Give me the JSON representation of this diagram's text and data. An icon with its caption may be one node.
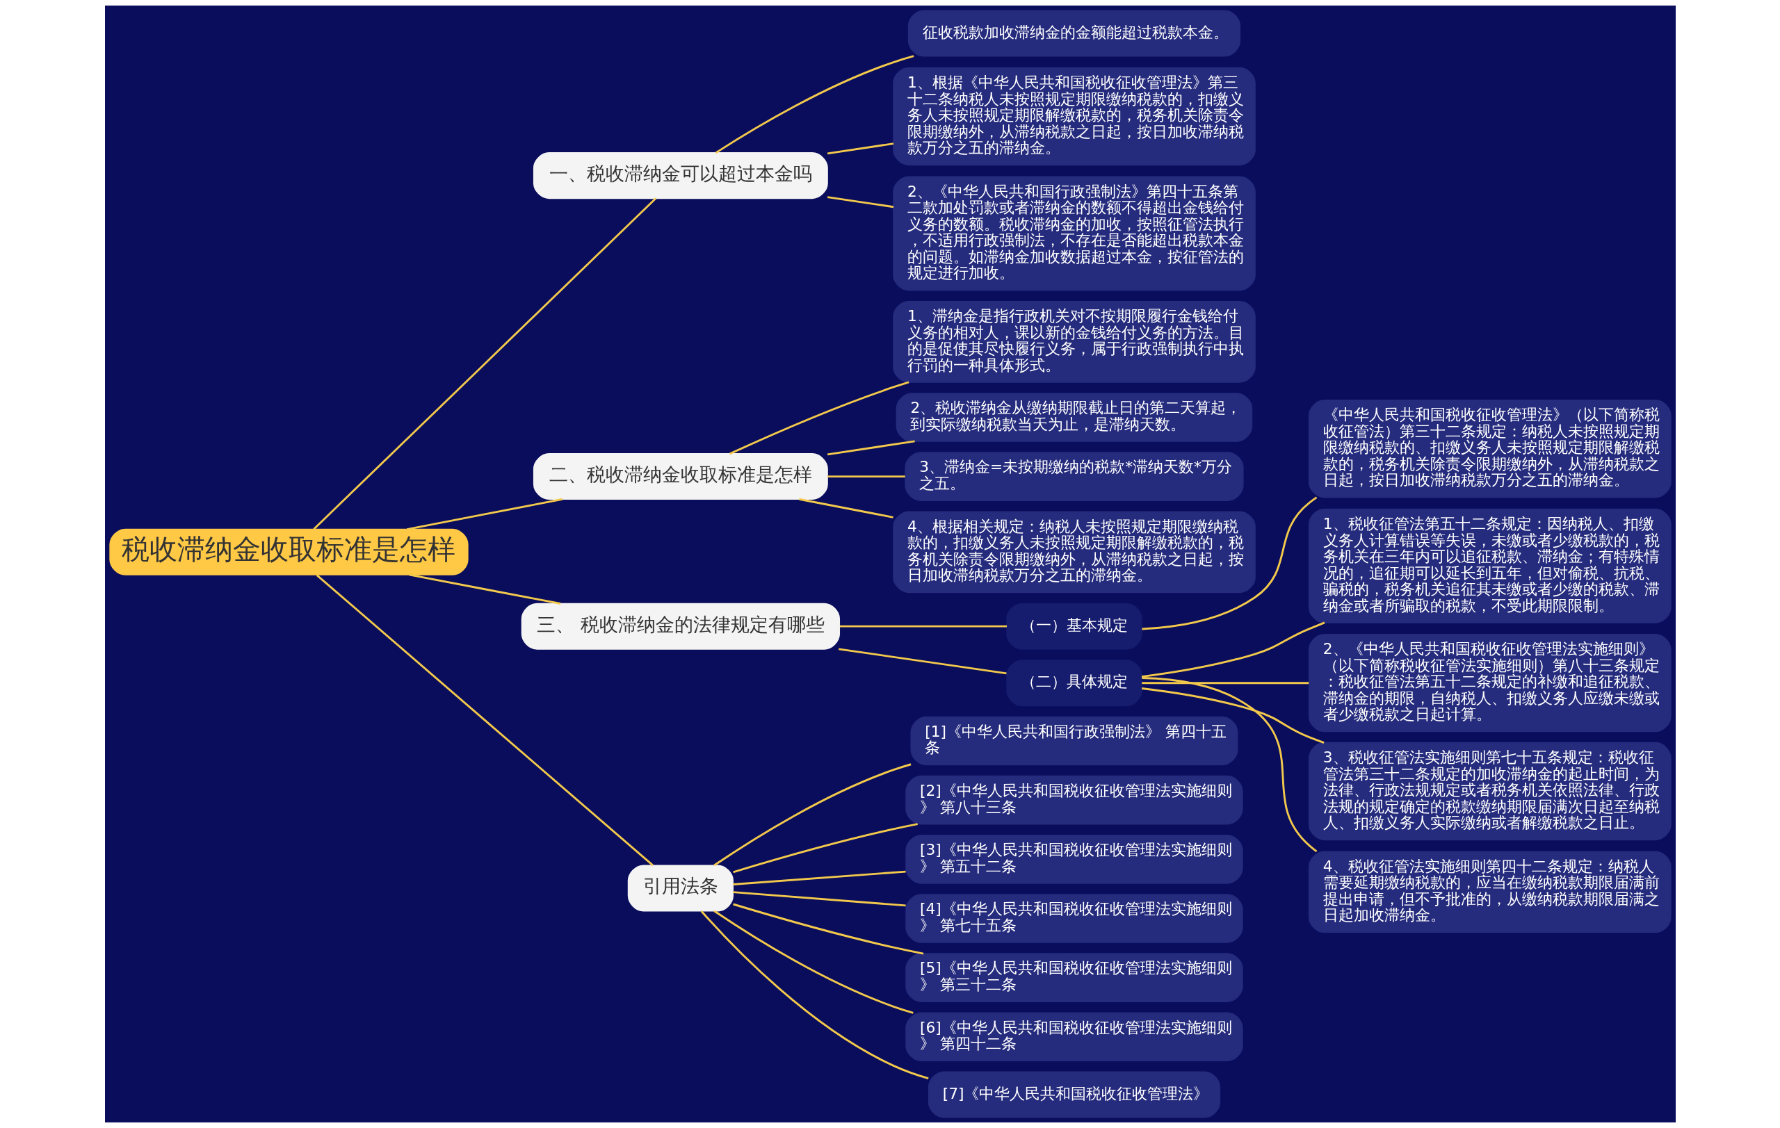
{
  "diagram": {
    "nodes": [
      {
        "text": [
          "税收滞纳金收取标准是怎样"
        ]
      },
      {
        "text": [
          "一、税收滞纳金可以超过本金吗"
        ]
      },
      {
        "text": [
          "征收税款加收滞纳金的金额能超过税款本金。"
        ]
      },
      {
        "text": [
          "1、根据《中华人民共和国税收征收管理法》第三十二条纳税人未按照规定期限缴纳税款的，扣缴义务人未按照规定期限解缴税款的，税务机关除责令限期缴纳外，从滞纳税款之日起，按日加收滞纳税款万分之五的滞纳金。"
        ]
      },
      {
        "text": [
          "2、《中华人民共和国行政强制法》第四十五条第二款加处罚款或者滞纳金的数额不得超出金钱给付义务的数额。税收滞纳金的加收，按照征管法执行，不适用行政强制法，不存在是否能超出税款本金的问题。如滞纳金加收数据超过本金，按征管法的规定进行加收。"
        ]
      },
      {
        "text": [
          "二、税收滞纳金收取标准是怎样"
        ]
      },
      {
        "text": [
          "1、滞纳金是指行政机关对不按期限履行金钱给付义务的相对人，课以新的金钱给付义务的方法。目的是促使其尽快履行义务，属于行政强制执行中执行罚的一种具体形式。"
        ]
      },
      {
        "text": [
          "2、税收滞纳金从缴纳期限截止日的第二天算起，到实际缴纳税款当天为止，是滞纳天数。"
        ]
      },
      {
        "text": [
          "3、滞纳金=未按期缴纳的税款*滞纳天数*万分之五。"
        ]
      },
      {
        "text": [
          "4、根据相关规定：纳税人未按照规定期限缴纳税款的，扣缴义务人未按照规定期限解缴税款的，税务机关除责令限期缴纳外，从滞纳税款之日起，按日加收滞纳税款万分之五的滞纳金。"
        ]
      },
      {
        "text": [
          "三、 税收滞纳金的法律规定有哪些"
        ]
      },
      {
        "text": [
          "（一）基本规定"
        ]
      },
      {
        "text": [
          "《中华人民共和国税收征收管理法》（以下简称税收征管法）第三十二条规定：纳税人未按照规定期限缴纳税款的、扣缴义务人未按照规定期限解缴税款的，税务机关除责令限期缴纳外，从滞纳税款之日起，按日加收滞纳税款万分之五的滞纳金。"
        ]
      },
      {
        "text": [
          "（二）具体规定"
        ]
      },
      {
        "text": [
          "1、税收征管法第五十二条规定：因纳税人、扣缴义务人计算错误等失误，未缴或者少缴税款的，税务机关在三年内可以追征税款、滞纳金；有特殊情况的，追征期可以延长到五年，但对偷税、抗税、骗税的，税务机关追征其未缴或者少缴的税款、滞纳金或者所骗取的税款，不受此期限限制。"
        ]
      },
      {
        "text": [
          "2、《中华人民共和国税收征收管理法实施细则》（以下简称税收征管法实施细则）第八十三条规定：税收征管法第五十二条规定的补缴和追征税款、滞纳金的期限，自纳税人、扣缴义务人应缴未缴或者少缴税款之日起计算。"
        ]
      },
      {
        "text": [
          "3、税收征管法实施细则第七十五条规定：税收征管法第三十二条规定的加收滞纳金的起止时间，为法律、行政法规规定或者税务机关依照法律、行政法规的规定确定的税款缴纳期限届满次日起至纳税人、扣缴义务人实际缴纳或者解缴税款之日止。"
        ]
      },
      {
        "text": [
          "4、税收征管法实施细则第四十二条规定：纳税人需要延期缴纳税款的，应当在缴纳税款期限届满前提出申请，但不予批准的，从缴纳税款期限届满之日起加收滞纳金。"
        ]
      },
      {
        "text": [
          "引用法条"
        ]
      },
      {
        "text": [
          "[1]《中华人民共和国行政强制法》 第四十五条"
        ]
      },
      {
        "text": [
          "[2]《中华人民共和国税收征收管理法实施细则》 第八十三条"
        ]
      },
      {
        "text": [
          "[3]《中华人民共和国税收征收管理法实施细则》 第五十二条"
        ]
      },
      {
        "text": [
          "[4]《中华人民共和国税收征收管理法实施细则》 第七十五条"
        ]
      },
      {
        "text": [
          "[5]《中华人民共和国税收征收管理法实施细则》 第三十二条"
        ]
      },
      {
        "text": [
          "[6]《中华人民共和国税收征收管理法实施细则》 第四十二条"
        ]
      },
      {
        "text": [
          "[7]《中华人民共和国税收征收管理法》"
        ]
      }
    ],
    "edges": [
      {
        "from": 0,
        "to": 1,
        "arrow": "none"
      },
      {
        "from": 1,
        "to": 2,
        "arrow": "none"
      },
      {
        "from": 1,
        "to": 3,
        "arrow": "none"
      },
      {
        "from": 1,
        "to": 4,
        "arrow": "none"
      },
      {
        "from": 0,
        "to": 5,
        "arrow": "none"
      },
      {
        "from": 5,
        "to": 6,
        "arrow": "none"
      },
      {
        "from": 5,
        "to": 7,
        "arrow": "none"
      },
      {
        "from": 5,
        "to": 8,
        "arrow": "none"
      },
      {
        "from": 5,
        "to": 9,
        "arrow": "none"
      },
      {
        "from": 0,
        "to": 10,
        "arrow": "none"
      },
      {
        "from": 10,
        "to": 11,
        "arrow": "none"
      },
      {
        "from": 11,
        "to": 12,
        "arrow": "none"
      },
      {
        "from": 10,
        "to": 13,
        "arrow": "none"
      },
      {
        "from": 13,
        "to": 14,
        "arrow": "none"
      },
      {
        "from": 13,
        "to": 15,
        "arrow": "none"
      },
      {
        "from": 13,
        "to": 16,
        "arrow": "none"
      },
      {
        "from": 13,
        "to": 17,
        "arrow": "none"
      },
      {
        "from": 0,
        "to": 18,
        "arrow": "none"
      },
      {
        "from": 18,
        "to": 19,
        "arrow": "none"
      },
      {
        "from": 18,
        "to": 20,
        "arrow": "none"
      },
      {
        "from": 18,
        "to": 21,
        "arrow": "none"
      },
      {
        "from": 18,
        "to": 22,
        "arrow": "none"
      },
      {
        "from": 18,
        "to": 23,
        "arrow": "none"
      },
      {
        "from": 18,
        "to": 24,
        "arrow": "none"
      },
      {
        "from": 18,
        "to": 25,
        "arrow": "none"
      }
    ]
  }
}
